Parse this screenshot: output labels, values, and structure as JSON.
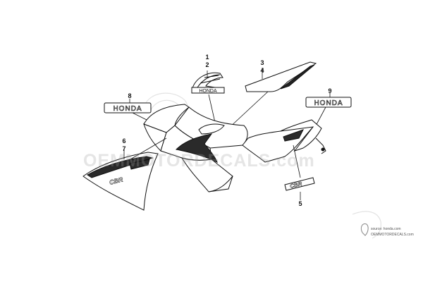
{
  "diagram": {
    "callouts": [
      "1",
      "2",
      "3",
      "4",
      "5",
      "6",
      "7",
      "8",
      "9"
    ],
    "decal_text": {
      "honda": "HONDA",
      "cbr": "CBR"
    },
    "watermark": "OEMMOTORDECALS.com",
    "footer": {
      "source": "source: honda.com",
      "site": "OEMMOTORDECALS.com"
    },
    "colors": {
      "line": "#111111",
      "fill_dark": "#2a2a2a",
      "watermark": "#b8b8b8"
    }
  }
}
